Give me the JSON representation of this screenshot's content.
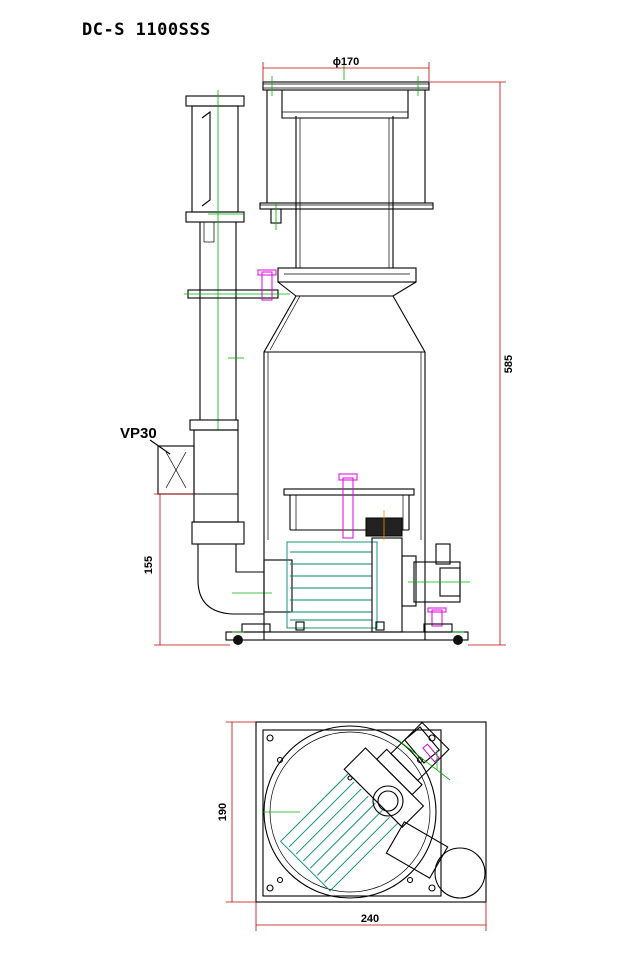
{
  "title": "DC-S  1100SSS",
  "labels": {
    "diameter": "ϕ170",
    "height": "585",
    "inlet_height": "155",
    "vp30": "VP30",
    "depth": "190",
    "width": "240"
  },
  "colors": {
    "line": "#000000",
    "dimension": "#c00000",
    "centerline": "#00b000",
    "bolt": "#e000e0",
    "motor": "#008a70",
    "orange": "#ff8c00"
  }
}
